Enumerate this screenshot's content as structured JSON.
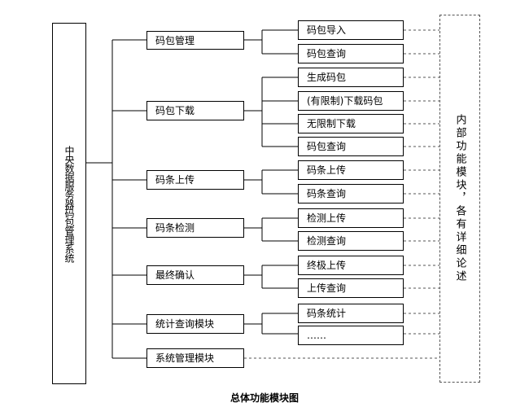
{
  "root": {
    "label": "中央数据服务器码包管理系统"
  },
  "modules": [
    {
      "label": "码包管理",
      "subs": [
        "码包导入",
        "码包查询"
      ]
    },
    {
      "label": "码包下载",
      "subs": [
        "生成码包",
        "(有限制)下载码包",
        "无限制下载",
        "码包查询"
      ]
    },
    {
      "label": "码条上传",
      "subs": [
        "码条上传",
        "码条查询"
      ]
    },
    {
      "label": "码条检测",
      "subs": [
        "检测上传",
        "检测查询"
      ]
    },
    {
      "label": "最终确认",
      "subs": [
        "终极上传",
        "上传查询"
      ]
    },
    {
      "label": "统计查询模块",
      "subs": [
        "码条统计",
        "……"
      ]
    },
    {
      "label": "系统管理模块",
      "subs": []
    }
  ],
  "side_note": "内部功能模块，各有详细论述",
  "caption": "总体功能模块图"
}
